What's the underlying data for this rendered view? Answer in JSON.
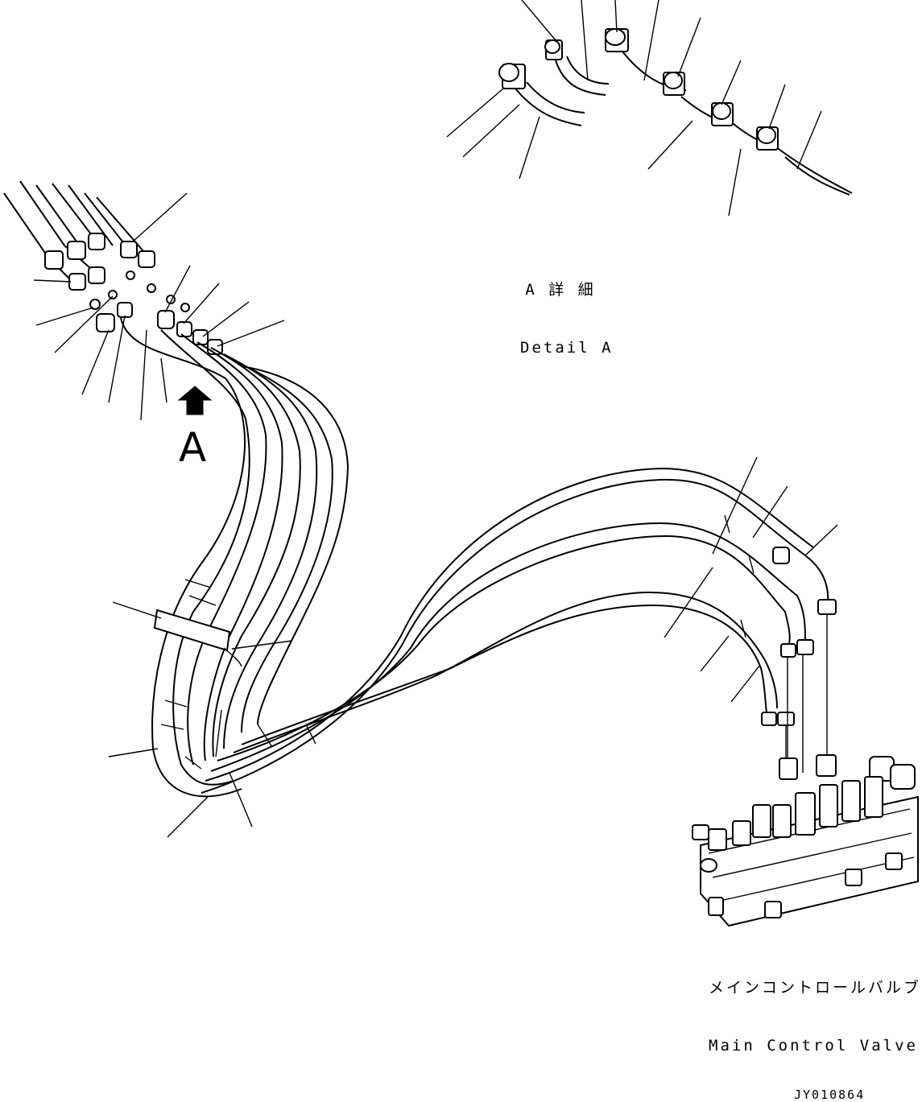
{
  "detail": {
    "title_ja": "A 詳 細",
    "title_en": "Detail A"
  },
  "view_marker": {
    "letter": "A",
    "icon": "up-arrow-icon"
  },
  "component": {
    "name_ja": "メインコントロールバルブ",
    "name_en": "Main Control Valve"
  },
  "drawing_code": "JY010864"
}
